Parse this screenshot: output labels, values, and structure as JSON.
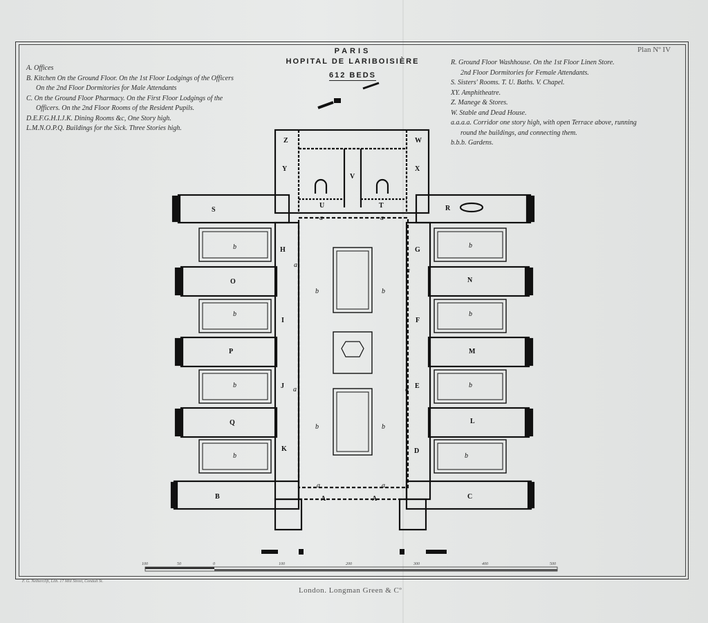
{
  "header": {
    "city": "PARIS",
    "hospital": "HOPITAL DE LARIBOISIÈRE",
    "beds": "612 BEDS",
    "plan_number": "Plan Nº IV"
  },
  "legend_left": [
    "A. Offices",
    "B. Kitchen On the Ground Floor. On the 1st Floor Lodgings of the Officers",
    "On the 2nd Floor Dormitories for Male Attendants",
    "C. On the Ground Floor Pharmacy.   On the First Floor Lodgings of the",
    "Officers. On the 2nd Floor Rooms of the Resident Pupils.",
    "D.E.F.G.H.I.J.K. Dining Rooms &c, One Story high.",
    "L.M.N.O.P.Q. Buildings for the Sick.  Three Stories high."
  ],
  "legend_right": [
    "R. Ground Floor Washhouse. On the 1st Floor Linen Store.",
    "2nd Floor Dormitories for Female Attendants.",
    "S. Sisters' Rooms. T. U. Baths. V. Chapel.",
    "XY. Amphitheatre.",
    "Z. Manege & Stores.",
    "W. Stable and Dead House.",
    "a.a.a.a. Corridor one story high, with open Terrace above, running",
    "round the buildings, and connecting them.",
    "b.b.b. Gardens."
  ],
  "plan_labels": {
    "Z": "Z",
    "W": "W",
    "Y": "Y",
    "X": "X",
    "V": "V",
    "U": "U",
    "T": "T",
    "S": "S",
    "R": "R",
    "H": "H",
    "G": "G",
    "O": "O",
    "N": "N",
    "I": "I",
    "F": "F",
    "P": "P",
    "M": "M",
    "J": "J",
    "E": "E",
    "Q": "Q",
    "L": "L",
    "K": "K",
    "D": "D",
    "B": "B",
    "A": "A",
    "C": "C",
    "a": "a",
    "b": "b"
  },
  "scale": {
    "ticks": [
      "100",
      "50",
      "0",
      "100",
      "200",
      "300",
      "400",
      "500"
    ]
  },
  "footer": {
    "engraver": "F. G. Netherclift, Lith. 17 Mill Street, Conduit St.",
    "publisher": "London. Longman Green & Cº"
  },
  "colors": {
    "paper": "#e4e6e5",
    "ink": "#111111"
  }
}
